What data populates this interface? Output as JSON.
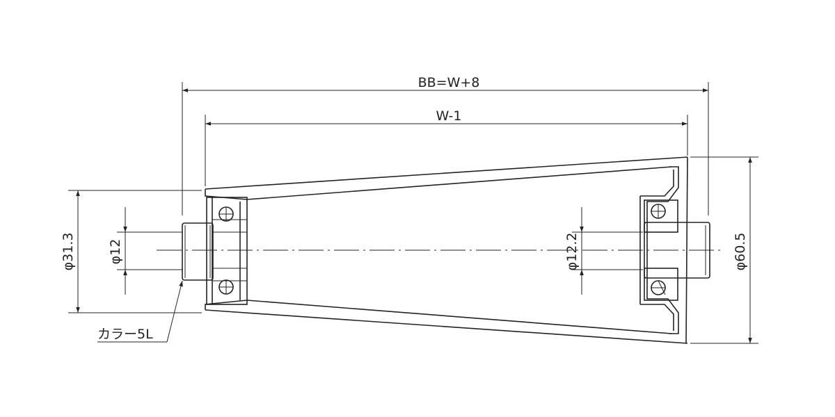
{
  "dimensions": {
    "overall_length": "BB=W+8",
    "tube_length": "W-1",
    "collar_outer_dia": "φ31.3",
    "shaft_dia_left": "φ12",
    "shaft_dia_right": "φ12.2",
    "large_end_dia": "φ60.5"
  },
  "notes": {
    "collar": "カラー5L"
  }
}
